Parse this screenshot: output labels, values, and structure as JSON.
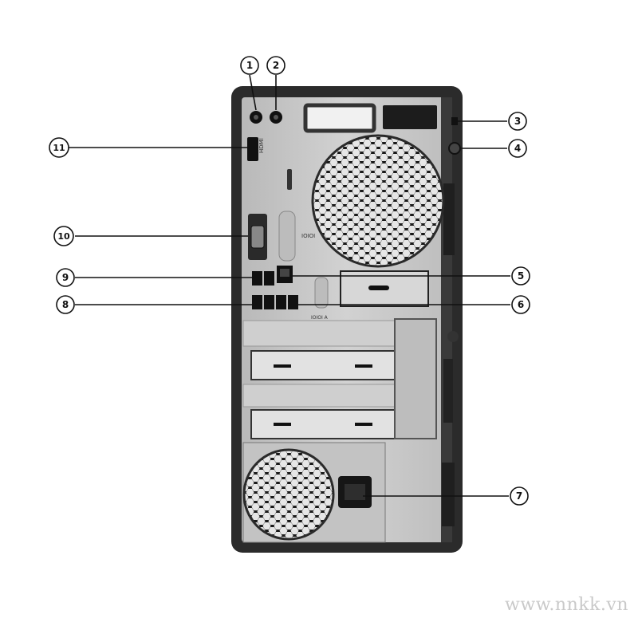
{
  "diagram": {
    "subject": "PC tower rear panel",
    "port_labels": {
      "hdmi": "HDMI",
      "ioioi_top": "IOIOI",
      "ioioi_bottom": "IOIOI A"
    },
    "callouts": [
      {
        "number": "1"
      },
      {
        "number": "2"
      },
      {
        "number": "3"
      },
      {
        "number": "4"
      },
      {
        "number": "5"
      },
      {
        "number": "6"
      },
      {
        "number": "7"
      },
      {
        "number": "8"
      },
      {
        "number": "9"
      },
      {
        "number": "10"
      },
      {
        "number": "11"
      }
    ]
  },
  "watermark": "www.nnkk.vn",
  "colors": {
    "chassis_frame": "#2b2b2b",
    "panel": "#c7c7c7",
    "vents": "#141414",
    "line": "#111111"
  }
}
